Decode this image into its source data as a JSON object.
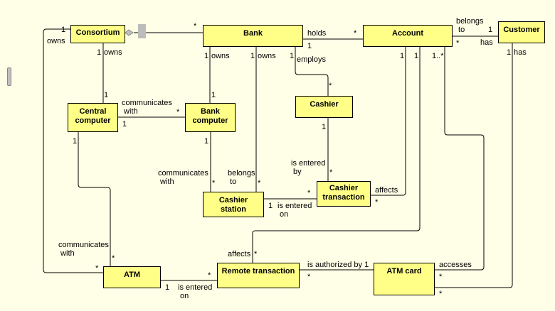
{
  "diagram": {
    "type": "UML class diagram",
    "classes": {
      "consortium": "Consortium",
      "bank": "Bank",
      "account": "Account",
      "customer": "Customer",
      "central_computer": "Central\ncomputer",
      "bank_computer": "Bank\ncomputer",
      "cashier": "Cashier",
      "cashier_station": "Cashier\nstation",
      "cashier_transaction": "Cashier\ntransaction",
      "atm": "ATM",
      "remote_transaction": "Remote transaction",
      "atm_card": "ATM card"
    },
    "labels": {
      "cons_bank_mult_bank": "*",
      "cons_owns_atm_mult": "1",
      "cons_owns_atm_role": "owns",
      "cons_owns_cc_mult": "1",
      "cons_owns_cc_role": "owns",
      "cc_mult_top": "1",
      "bank_owns_bc_mult": "1",
      "bank_owns_bc_role": "owns",
      "bc_mult_top": "1",
      "bank_owns_cs_mult": "1",
      "bank_owns_cs_role": "owns",
      "bank_employs_mult": "1",
      "bank_employs_role": "employs",
      "cashier_mult_top": "*",
      "bank_holds_role": "holds",
      "bank_holds_mult_bank": "1",
      "bank_holds_mult_acct": "*",
      "acct_cust_role1": "belongs\n to",
      "acct_cust_mult_cust": "1",
      "acct_cust_mult_acct": "*",
      "acct_cust_role2": "has",
      "acct_mult_ct": "1",
      "acct_mult_rt": "1",
      "acct_mult_card": "1..*",
      "cust_has_mult": "1",
      "cust_has_role": "has",
      "cc_bc_role": "communicates\n with",
      "cc_bc_mult_bc": "*",
      "cc_bc_mult_cc": "1",
      "cc_atm_mult_cc": "1",
      "bc_cs_mult_bc": "1",
      "bc_cs_role": "communicates\n with",
      "bc_cs_mult_cs": "*",
      "cs_bank_role": "belongs\n to",
      "cs_bank_mult_cs": "*",
      "cashier_ct_mult": "1",
      "cashier_ct_role": "is entered\n by",
      "ct_cashier_mult": "*",
      "cs_ct_mult_ct": "*",
      "cs_ct_mult_cs": "1",
      "cs_ct_role": "is entered\n on",
      "ct_affects_role": "affects",
      "ct_affects_mult": "*",
      "atm_cc_role": "communicates\n with",
      "atm_cc_mult": "*",
      "atm_cons_mult": "*",
      "rt_affects_role": "affects",
      "rt_affects_mult": "*",
      "atm_rt_mult_rt": "*",
      "atm_rt_mult_atm": "1",
      "atm_rt_role": "is entered\n on",
      "rt_card_role": "is authorized by 1",
      "rt_card_mult_rt": "*",
      "card_acct_role": "accesses",
      "card_acct_mult": "*",
      "card_cust_mult": "*"
    }
  }
}
